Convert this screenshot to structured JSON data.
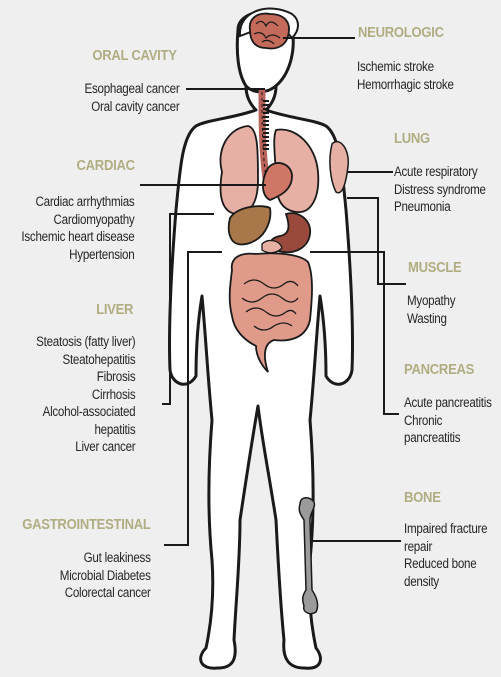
{
  "categories": {
    "oral_cavity": {
      "title": "ORAL CAVITY",
      "items": [
        "Esophageal cancer",
        "Oral cavity cancer"
      ]
    },
    "cardiac": {
      "title": "CARDIAC",
      "items": [
        "Cardiac arrhythmias",
        "Cardiomyopathy",
        "Ischemic  heart disease",
        "Hypertension"
      ]
    },
    "liver": {
      "title": "LIVER",
      "items": [
        "Steatosis (fatty liver)",
        "Steatohepatitis",
        "Fibrosis",
        "Cirrhosis",
        "Alcohol-associated",
        "hepatitis",
        "Liver cancer"
      ]
    },
    "gastrointestinal": {
      "title": "GASTROINTESTINAL",
      "items": [
        "Gut leakiness",
        "Microbial Diabetes",
        "Colorectal cancer"
      ]
    },
    "neurologic": {
      "title": "NEUROLOGIC",
      "items": [
        "Ischemic stroke",
        "Hemorrhagic stroke"
      ]
    },
    "lung": {
      "title": "LUNG",
      "items": [
        "Acute respiratory",
        "Distress syndrome",
        "Pneumonia"
      ]
    },
    "muscle": {
      "title": "MUSCLE",
      "items": [
        "Myopathy",
        "Wasting"
      ]
    },
    "pancreas": {
      "title": "PANCREAS",
      "items": [
        "Acute pancreatitis",
        "Chronic",
        "pancreatitis"
      ]
    },
    "bone": {
      "title": "BONE",
      "items": [
        "Impaired fracture",
        "repair",
        "Reduced bone",
        "density"
      ]
    }
  },
  "colors": {
    "heading": "#b1ad82",
    "text": "#262626",
    "background": "#efefef",
    "lung": "#e6b0a5",
    "heart": "#cf7766",
    "liver": "#a9784a",
    "stomach": "#9a4a3c",
    "intestine": "#e09a8a",
    "brain": "#c46a5a",
    "bone": "#9b9b9b"
  }
}
